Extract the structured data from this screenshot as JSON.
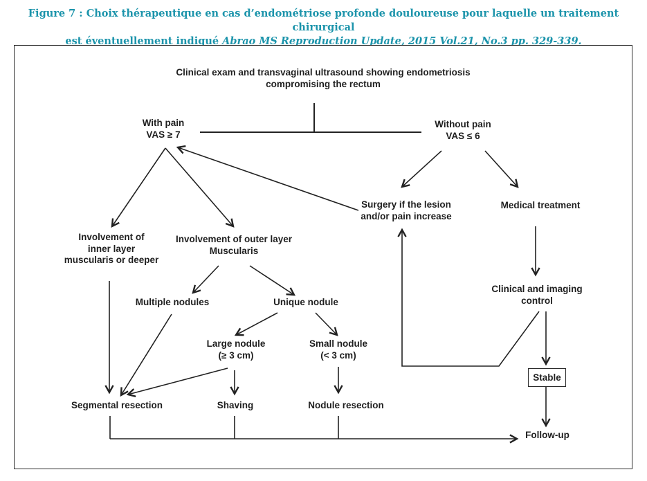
{
  "figure": {
    "caption_line1": "Figure 7 : Choix thérapeutique en cas d’endométriose profonde douloureuse pour laquelle un traitement chirurgical",
    "caption_line2_prefix": "est éventuellement indiqué ",
    "caption_citation": "Abrao MS Reproduction Update, 2015 Vol.21, No.3 pp. 329-339.",
    "accent_color": "#1c94ab"
  },
  "flowchart": {
    "nodes": {
      "exam": {
        "label": "Clinical exam and transvaginal ultrasound showing endometriosis\ncompromising the rectum"
      },
      "with_pain": {
        "label": "With pain\nVAS ≥ 7"
      },
      "without_pain": {
        "label": "Without pain\nVAS ≤ 6"
      },
      "inner_layer": {
        "label": "Involvement of\ninner layer\nmuscularis or deeper"
      },
      "outer_layer": {
        "label": "Involvement of outer layer\nMuscularis"
      },
      "multiple_nodules": {
        "label": "Multiple nodules"
      },
      "unique_nodule": {
        "label": "Unique nodule"
      },
      "large_nodule": {
        "label": "Large nodule\n(≥ 3 cm)"
      },
      "small_nodule": {
        "label": "Small nodule\n(< 3 cm)"
      },
      "segmental_resection": {
        "label": "Segmental resection"
      },
      "shaving": {
        "label": "Shaving"
      },
      "nodule_resection": {
        "label": "Nodule resection"
      },
      "surgery_increase": {
        "label": "Surgery if the lesion\nand/or pain increase"
      },
      "medical_treatment": {
        "label": "Medical treatment"
      },
      "clinical_control": {
        "label": "Clinical and imaging\ncontrol"
      },
      "stable": {
        "label": "Stable"
      },
      "follow_up": {
        "label": "Follow-up"
      }
    }
  }
}
